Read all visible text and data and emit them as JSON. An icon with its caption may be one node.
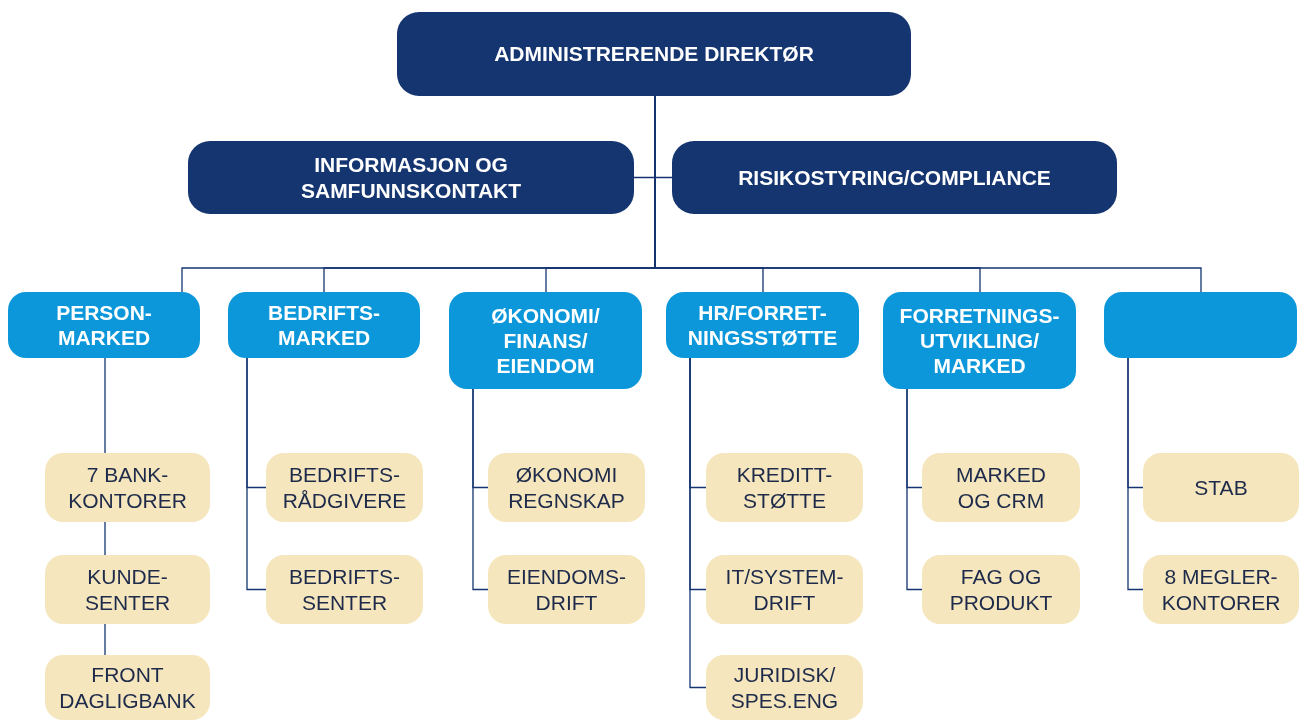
{
  "diagram": {
    "nodes": [
      {
        "text": [
          "ADMINISTRERENDE DIREKTØR"
        ]
      },
      {
        "text": [
          "INFORMASJON OG SAMFUNNSKONTAKT"
        ]
      },
      {
        "text": [
          "RISIKOSTYRING/COMPLIANCE"
        ]
      },
      {
        "text": [
          "PERSON- MARKED"
        ]
      },
      {
        "text": [
          "BEDRIFTS- MARKED"
        ]
      },
      {
        "text": [
          "ØKONOMI/ FINANS/ EIENDOM"
        ]
      },
      {
        "text": [
          "HR/FORRET- NINGSSTØTTE"
        ]
      },
      {
        "text": [
          "FORRETNINGS- UTVIKLING/ MARKED"
        ]
      },
      {
        "text": [],
        "shape": "box"
      },
      {
        "text": [
          "7 BANK- KONTORER"
        ]
      },
      {
        "text": [
          "KUNDE- SENTER"
        ]
      },
      {
        "text": [
          "FRONT DAGLIGBANK"
        ]
      },
      {
        "text": [
          "BEDRIFTS- RÅDGIVERE"
        ]
      },
      {
        "text": [
          "BEDRIFTS- SENTER"
        ]
      },
      {
        "text": [
          "ØKONOMI REGNSKAP"
        ]
      },
      {
        "text": [
          "EIENDOMS- DRIFT"
        ]
      },
      {
        "text": [
          "KREDITT- STØTTE"
        ]
      },
      {
        "text": [
          "IT/SYSTEM- DRIFT"
        ]
      },
      {
        "text": [
          "JURIDISK/ SPES.ENG"
        ]
      },
      {
        "text": [
          "MARKED OG CRM"
        ]
      },
      {
        "text": [
          "FAG OG PRODUKT"
        ]
      },
      {
        "text": [
          "STAB"
        ]
      },
      {
        "text": [
          "8 MEGLER- KONTORER"
        ]
      }
    ],
    "edges": [
      {
        "from": 0,
        "to": 1,
        "arrow": "none"
      },
      {
        "from": 0,
        "to": 2,
        "arrow": "none"
      },
      {
        "from": 0,
        "to": 3,
        "arrow": "none"
      },
      {
        "from": 0,
        "to": 4,
        "arrow": "none"
      },
      {
        "from": 0,
        "to": 5,
        "arrow": "none"
      },
      {
        "from": 0,
        "to": 6,
        "arrow": "none"
      },
      {
        "from": 0,
        "to": 7,
        "arrow": "none"
      },
      {
        "from": 0,
        "to": 8,
        "arrow": "none"
      },
      {
        "from": 3,
        "to": 9,
        "arrow": "none"
      },
      {
        "from": 9,
        "to": 10,
        "arrow": "none"
      },
      {
        "from": 10,
        "to": 11,
        "arrow": "none"
      },
      {
        "from": 4,
        "to": 12,
        "arrow": "none"
      },
      {
        "from": 4,
        "to": 13,
        "arrow": "none"
      },
      {
        "from": 5,
        "to": 14,
        "arrow": "none"
      },
      {
        "from": 5,
        "to": 15,
        "arrow": "none"
      },
      {
        "from": 6,
        "to": 16,
        "arrow": "none"
      },
      {
        "from": 6,
        "to": 17,
        "arrow": "none"
      },
      {
        "from": 6,
        "to": 18,
        "arrow": "none"
      },
      {
        "from": 7,
        "to": 19,
        "arrow": "none"
      },
      {
        "from": 7,
        "to": 20,
        "arrow": "none"
      },
      {
        "from": 8,
        "to": 21,
        "arrow": "none"
      },
      {
        "from": 8,
        "to": 22,
        "arrow": "none"
      }
    ]
  }
}
